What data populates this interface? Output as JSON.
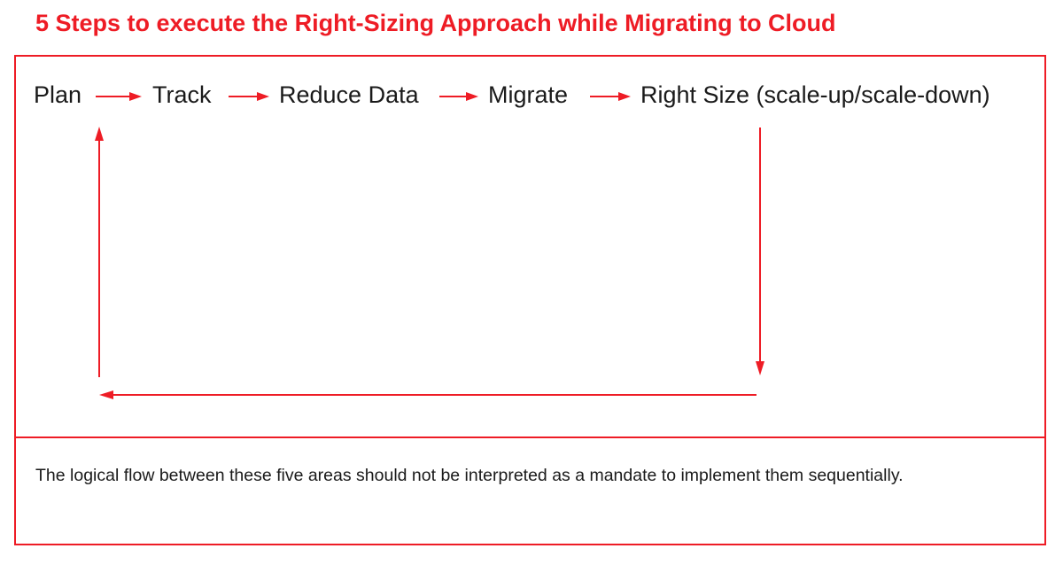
{
  "title": "5 Steps to execute the Right-Sizing Approach while Migrating to Cloud",
  "steps": [
    "Plan",
    "Track",
    "Reduce Data",
    "Migrate",
    "Right Size (scale-up/scale-down)"
  ],
  "note": "The logical flow between these five areas should not be interpreted as a mandate to implement them sequentially.",
  "colors": {
    "accent": "#ee1c25",
    "text": "#1a1a1a",
    "background": "#ffffff"
  }
}
